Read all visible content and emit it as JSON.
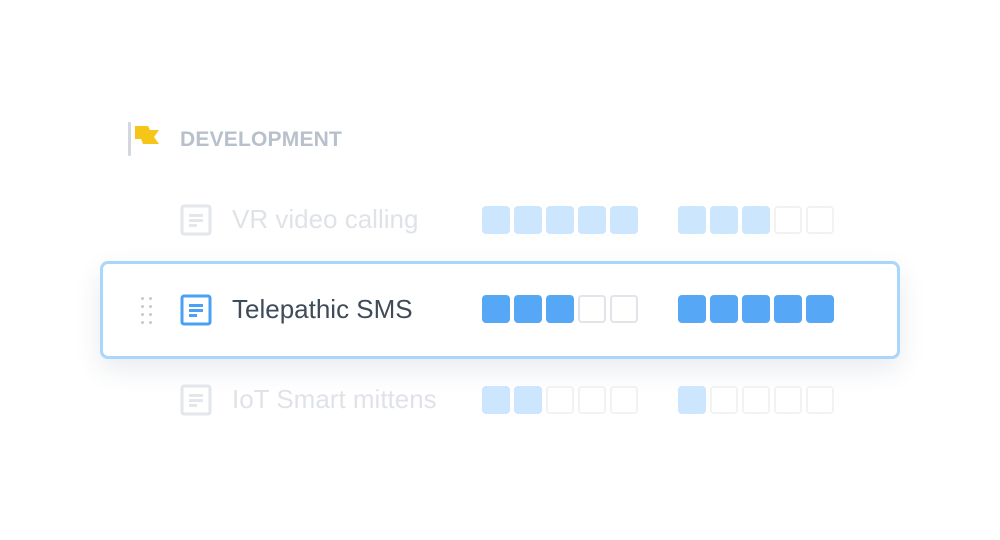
{
  "group": {
    "title": "DEVELOPMENT",
    "icon": "flag-icon",
    "flag_color": "#f5c518"
  },
  "rows": [
    {
      "title": "VR video calling",
      "icon": "document-icon",
      "state": "faded",
      "rating_a": {
        "filled": 5,
        "total": 5
      },
      "rating_b": {
        "filled": 3,
        "total": 5
      }
    },
    {
      "title": "Telepathic SMS",
      "icon": "document-icon",
      "state": "active",
      "rating_a": {
        "filled": 3,
        "total": 5
      },
      "rating_b": {
        "filled": 5,
        "total": 5
      }
    },
    {
      "title": "IoT Smart mittens",
      "icon": "document-icon",
      "state": "faded",
      "rating_a": {
        "filled": 2,
        "total": 5
      },
      "rating_b": {
        "filled": 1,
        "total": 5
      }
    }
  ],
  "colors": {
    "accent": "#56a8f7",
    "accent_faded": "#cce6fd",
    "active_border": "#a9d6fa",
    "title_active": "#3f4b59",
    "title_faded": "#dfe3e8",
    "header_text": "#b8c1cb"
  }
}
